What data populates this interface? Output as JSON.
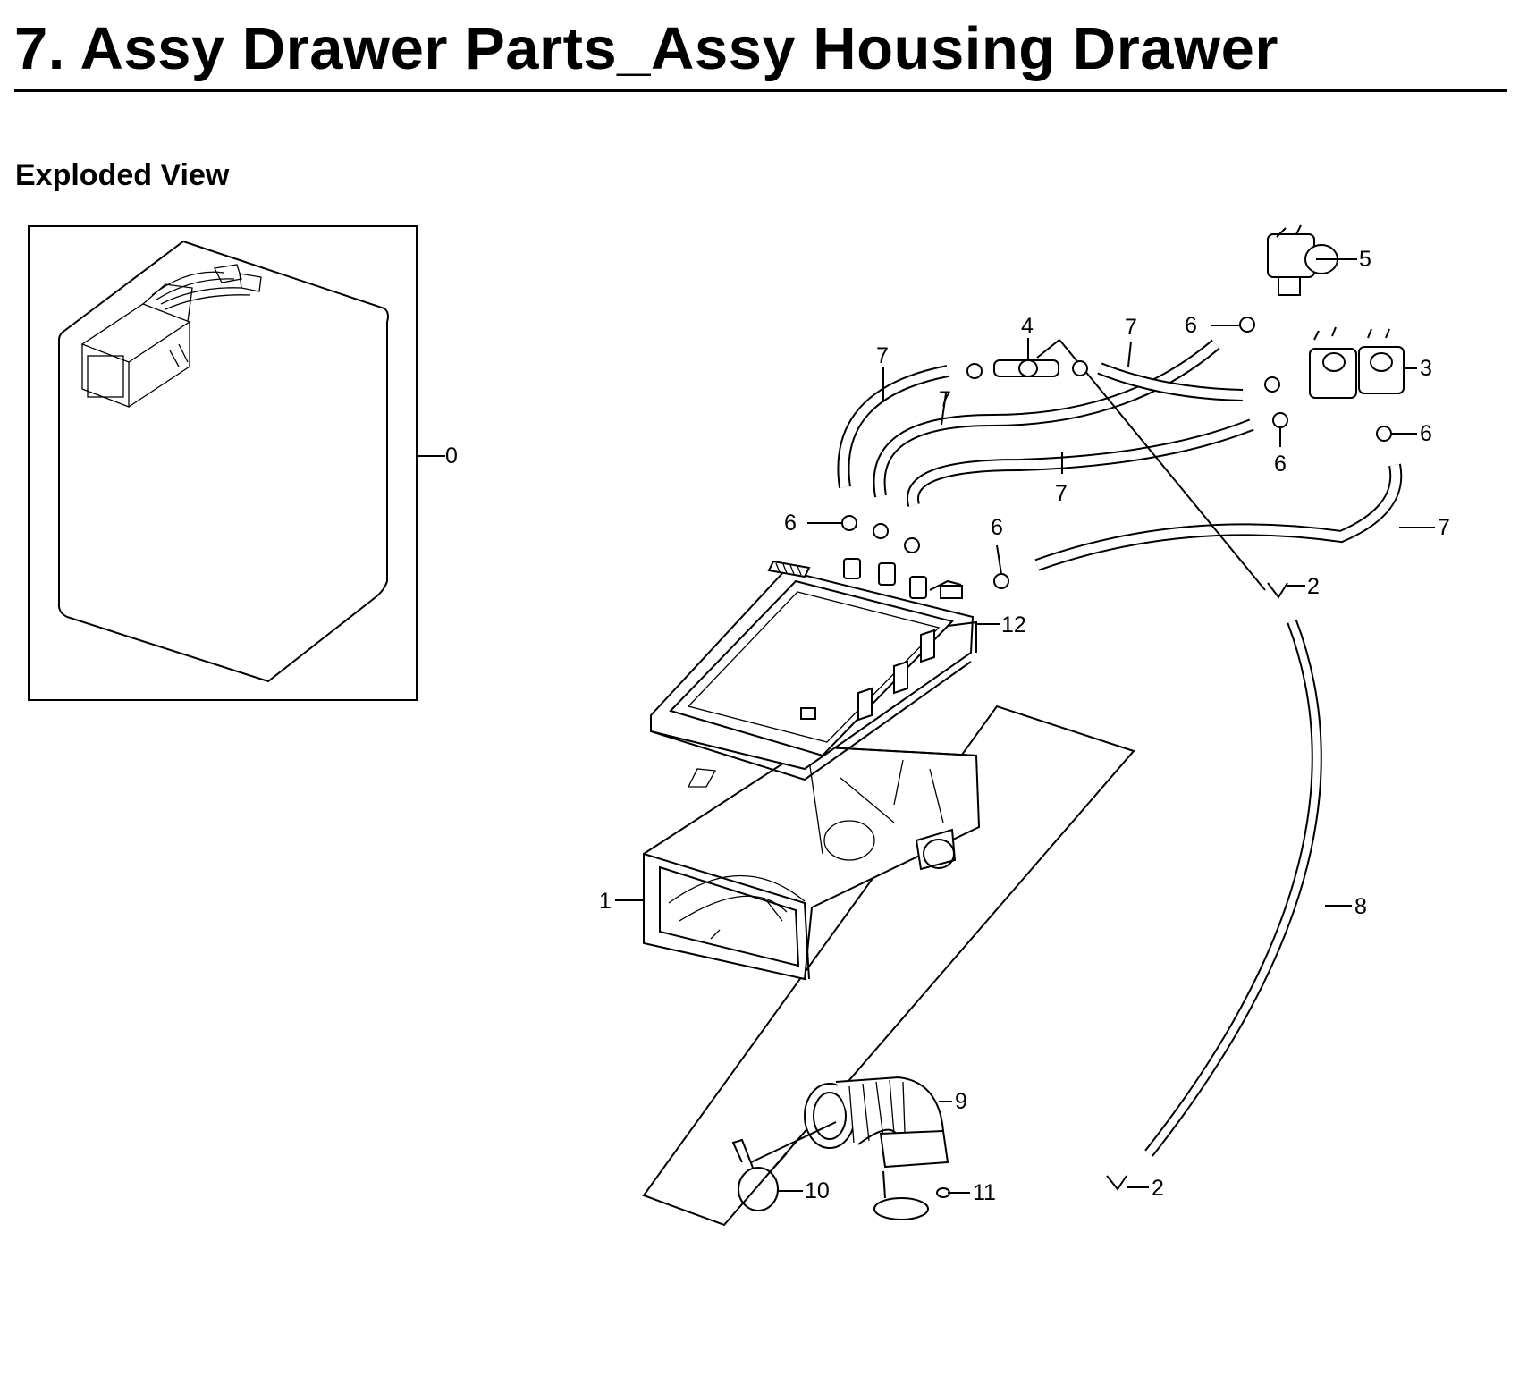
{
  "page": {
    "title": "7.  Assy Drawer Parts_Assy Housing Drawer",
    "subtitle": "Exploded View"
  },
  "callouts": {
    "c0": "0",
    "c1": "1",
    "c2a": "2",
    "c2b": "2",
    "c3": "3",
    "c4": "4",
    "c5": "5",
    "c6a": "6",
    "c6b": "6",
    "c6c": "6",
    "c6d": "6",
    "c6e": "6",
    "c7a": "7",
    "c7b": "7",
    "c7c": "7",
    "c7d": "7",
    "c7e": "7",
    "c8": "8",
    "c9": "9",
    "c10": "10",
    "c11": "11",
    "c12": "12"
  }
}
